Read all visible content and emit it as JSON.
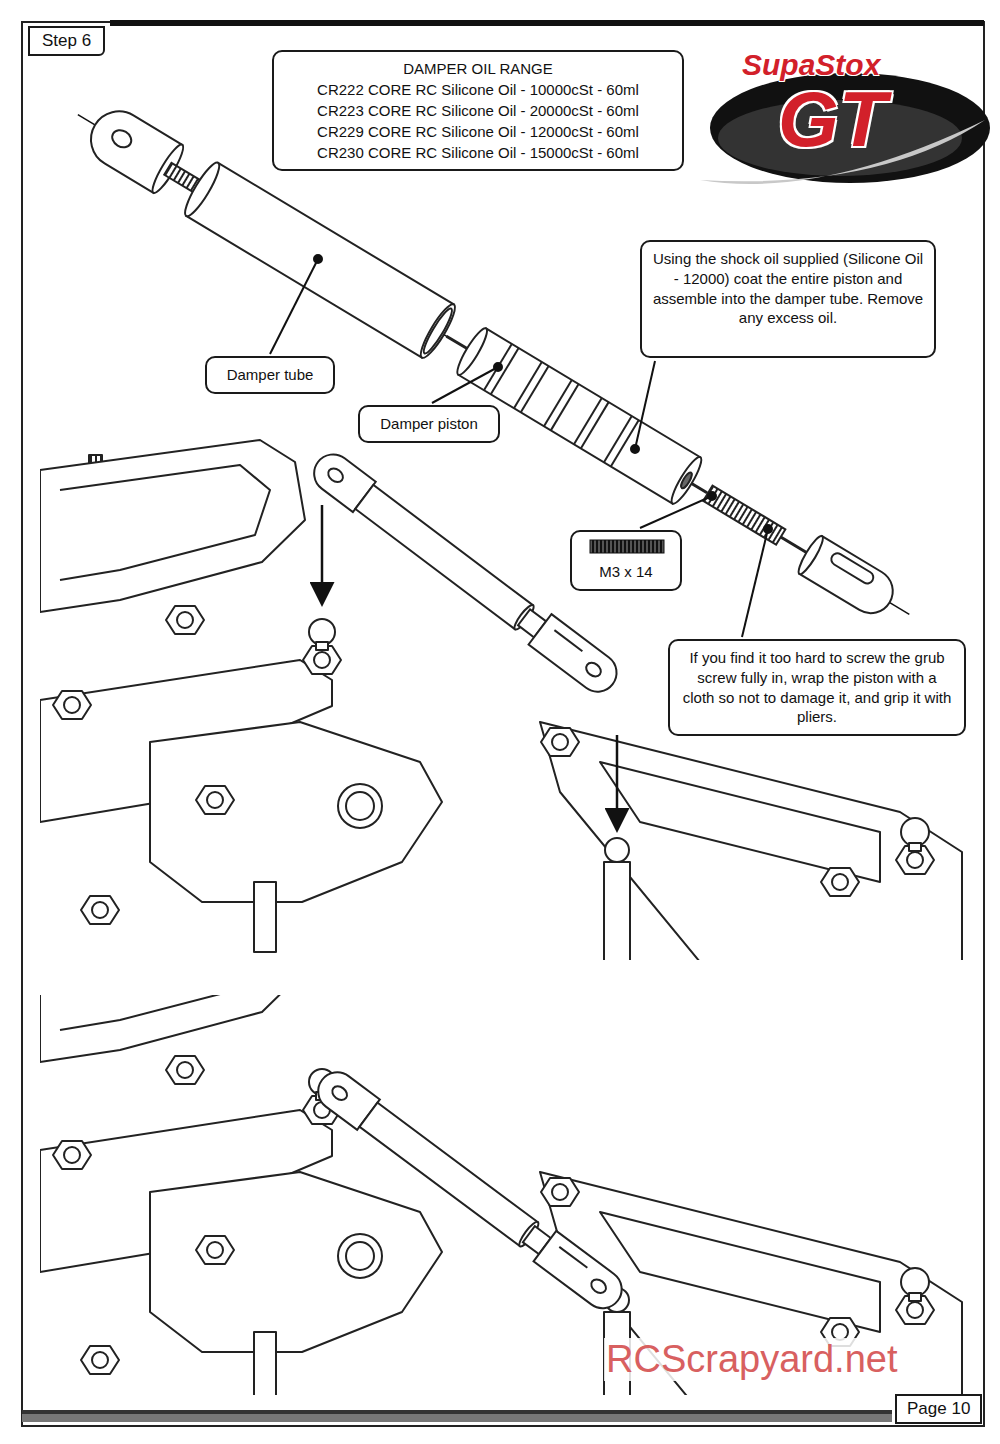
{
  "diagram": {
    "nodes": [
      {
        "text": [
          "Step 6"
        ]
      },
      {
        "text": [
          "DAMPER OIL RANGE",
          "CR222 CORE RC Silicone Oil - 10000cSt - 60ml",
          "CR223 CORE RC Silicone Oil - 20000cSt - 60ml",
          "CR229 CORE RC Silicone Oil - 12000cSt - 60ml",
          "CR230 CORE RC Silicone Oil - 15000cSt - 60ml"
        ]
      },
      {
        "text": [
          "Using the shock oil supplied (Silicone Oil - 12000) coat the entire piston and assemble into the damper tube. Remove any excess oil."
        ]
      },
      {
        "text": [
          "Damper tube"
        ]
      },
      {
        "text": [
          "Damper piston"
        ]
      },
      {
        "text": [
          "M3 x 14"
        ]
      },
      {
        "text": [
          "If you find it too hard to screw the grub screw fully in, wrap the piston with a cloth so not to damage it, and grip it with pliers."
        ]
      },
      {
        "text": [
          "Page 10"
        ]
      }
    ],
    "labels": [
      "SupaStox",
      "GT",
      "RCScrapyard.net"
    ]
  }
}
